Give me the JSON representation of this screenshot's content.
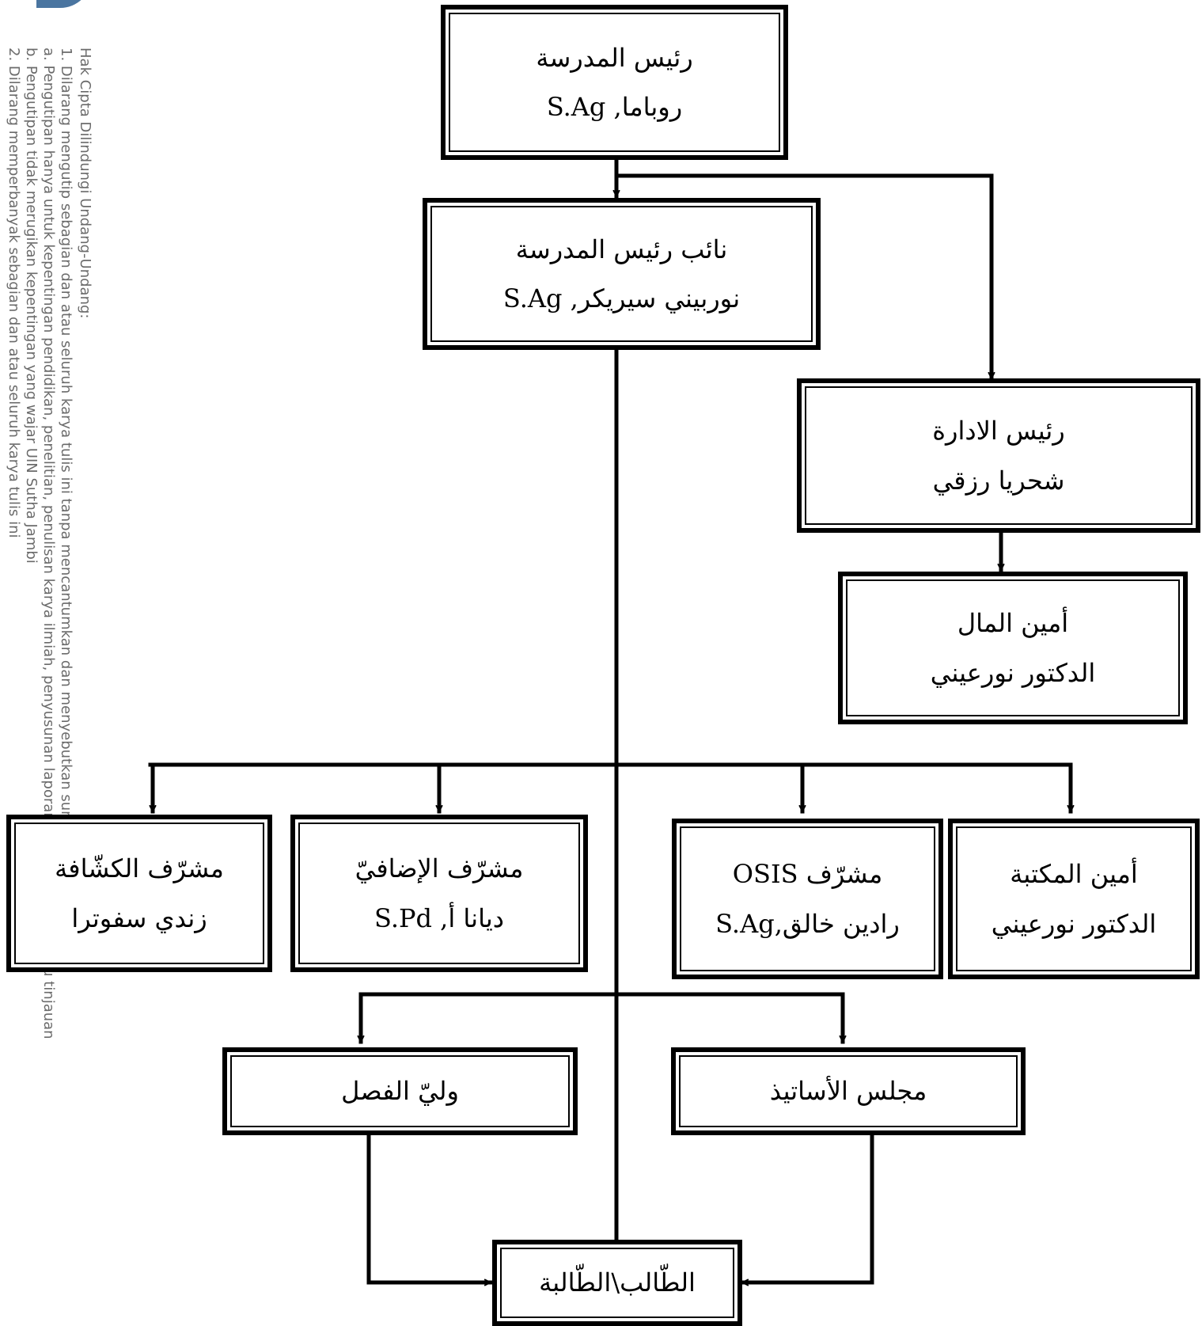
{
  "watermark": {
    "lines": [
      "Hak Cipta Dilindungi Undang-Undang:",
      "1. Dilarang mengutip sebagian dan atau seluruh karya tulis ini tanpa mencantumkan dan menyebutkan sumber asli:",
      "a. Pengutipan hanya untuk kepentingan pendidikan, penelitian, penulisan karya ilmiah, penyusunan laporan, penulisan kritik atau tinjauan",
      "b. Pengutipan tidak merugikan kepentingan yang wajar UIN Sutha Jambi",
      "2. Dilarang memperbanyak sebagian dan atau seluruh karya tulis ini"
    ]
  },
  "org": {
    "headmaster": {
      "title": "رئيس المدرسة",
      "name": "روباما, S.Ag"
    },
    "vice_headmaster": {
      "title": "نائب رئيس المدرسة",
      "name": "نوربيني سيريكر, S.Ag"
    },
    "admin_head": {
      "title": "رئيس الادارة",
      "name": "شحريا رزقي"
    },
    "treasurer": {
      "title": "أمين المال",
      "name": "الدكتور نورعيني"
    },
    "scout_supervisor": {
      "title": "مشرّف الكشّافة",
      "name": "زندي سفوترا"
    },
    "extra_supervisor": {
      "title": "مشرّف الإضافيّ",
      "name": "ديانا أ, S.Pd"
    },
    "osis_supervisor": {
      "title": "مشرّف OSIS",
      "name": "رادين خالق,S.Ag"
    },
    "librarian": {
      "title": "أمين المكتبة",
      "name": "الدكتور نورعيني"
    },
    "class_guardian": {
      "label": "وليّ الفصل"
    },
    "teachers_council": {
      "label": "مجلس الأساتيذ"
    },
    "students": {
      "label": "الطّالب\\الطّالبة"
    }
  }
}
